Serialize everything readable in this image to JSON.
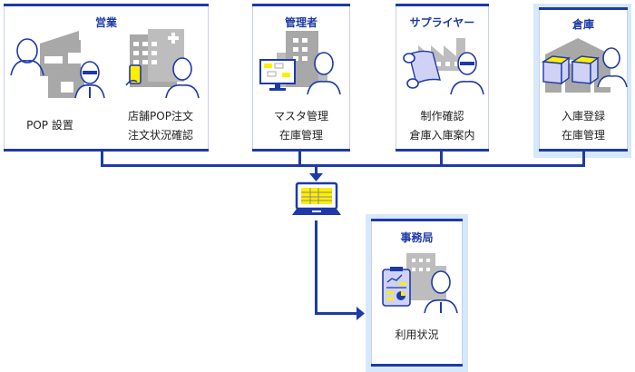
{
  "colors": {
    "primary": "#1d3aa8",
    "highlight": "#d6e8fb",
    "gray": "#a8a8a8",
    "yellow": "#ffee00",
    "lavender": "#cfd2f5"
  },
  "nodes": {
    "sales": {
      "title": "営業",
      "items": [
        {
          "label": "POP 設置",
          "icon": "store-staff-illustration"
        },
        {
          "label_line1": "店舗POP注文",
          "label_line2": "注文状況確認",
          "icon": "hospital-smartphone-illustration"
        }
      ]
    },
    "admin": {
      "title": "管理者",
      "line1": "マスタ管理",
      "line2": "在庫管理",
      "icon": "office-monitor-illustration"
    },
    "supplier": {
      "title": "サプライヤー",
      "line1": "制作確認",
      "line2": "倉庫入庫案内",
      "icon": "factory-paper-roll-illustration"
    },
    "warehouse": {
      "title": "倉庫",
      "line1": "入庫登録",
      "line2": "在庫管理",
      "icon": "warehouse-boxes-illustration"
    },
    "secretariat": {
      "title": "事務局",
      "line1": "利用状況",
      "icon": "clipboard-report-illustration"
    }
  },
  "hub": {
    "icon": "laptop-spreadsheet-icon"
  }
}
